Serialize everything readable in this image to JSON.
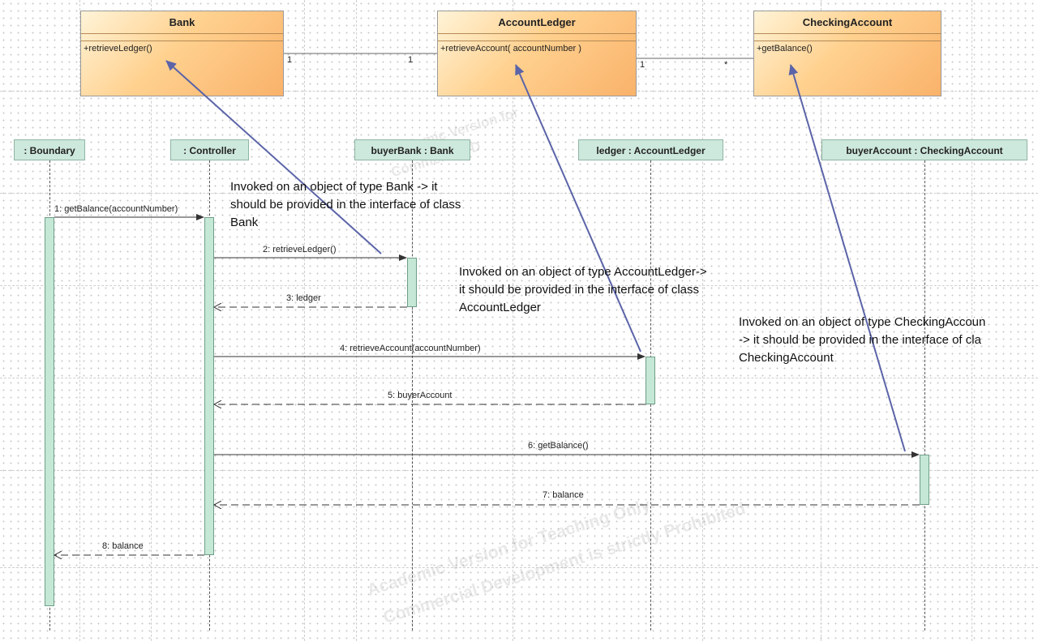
{
  "classes": {
    "bank": {
      "name": "Bank",
      "operation": "+retrieveLedger()"
    },
    "ledger": {
      "name": "AccountLedger",
      "operation": "+retrieveAccount( accountNumber )"
    },
    "checking": {
      "name": "CheckingAccount",
      "operation": "+getBalance()"
    }
  },
  "associations": {
    "bank_ledger": {
      "left": "1",
      "right": "1"
    },
    "ledger_checking": {
      "left": "1",
      "right": "*"
    }
  },
  "lifelines": {
    "boundary": ": Boundary",
    "controller": ": Controller",
    "buyer_bank": "buyerBank : Bank",
    "ledger": "ledger : AccountLedger",
    "buyer_account": "buyerAccount : CheckingAccount"
  },
  "messages": [
    {
      "label": "1: getBalance(accountNumber)"
    },
    {
      "label": "2: retrieveLedger()"
    },
    {
      "label": "3: ledger"
    },
    {
      "label": "4: retrieveAccount(accountNumber)"
    },
    {
      "label": "5: buyerAccount"
    },
    {
      "label": "6: getBalance()"
    },
    {
      "label": "7: balance"
    },
    {
      "label": "8: balance"
    }
  ],
  "notes": {
    "bank": [
      "Invoked on an object of type Bank -> it",
      "should be provided in the interface of class",
      "Bank"
    ],
    "ledger": [
      "Invoked on an object of type AccountLedger->",
      "it should be provided in the interface of class",
      "AccountLedger"
    ],
    "checking": [
      "Invoked on an object of type CheckingAccoun",
      "-> it should be provided in the interface of cla",
      "CheckingAccount"
    ]
  },
  "watermark": {
    "line1": "Academic Version for Teaching Only",
    "line2": "Commercial Development is strictly Prohibited",
    "top1": "Academic Version for",
    "top2": "Commercial D"
  },
  "colors": {
    "class_fill": "#ffd18f",
    "lifeline_fill": "#cde8dc",
    "activation_fill": "#c5e8d6",
    "pointer_arrow": "#5b64a8"
  }
}
